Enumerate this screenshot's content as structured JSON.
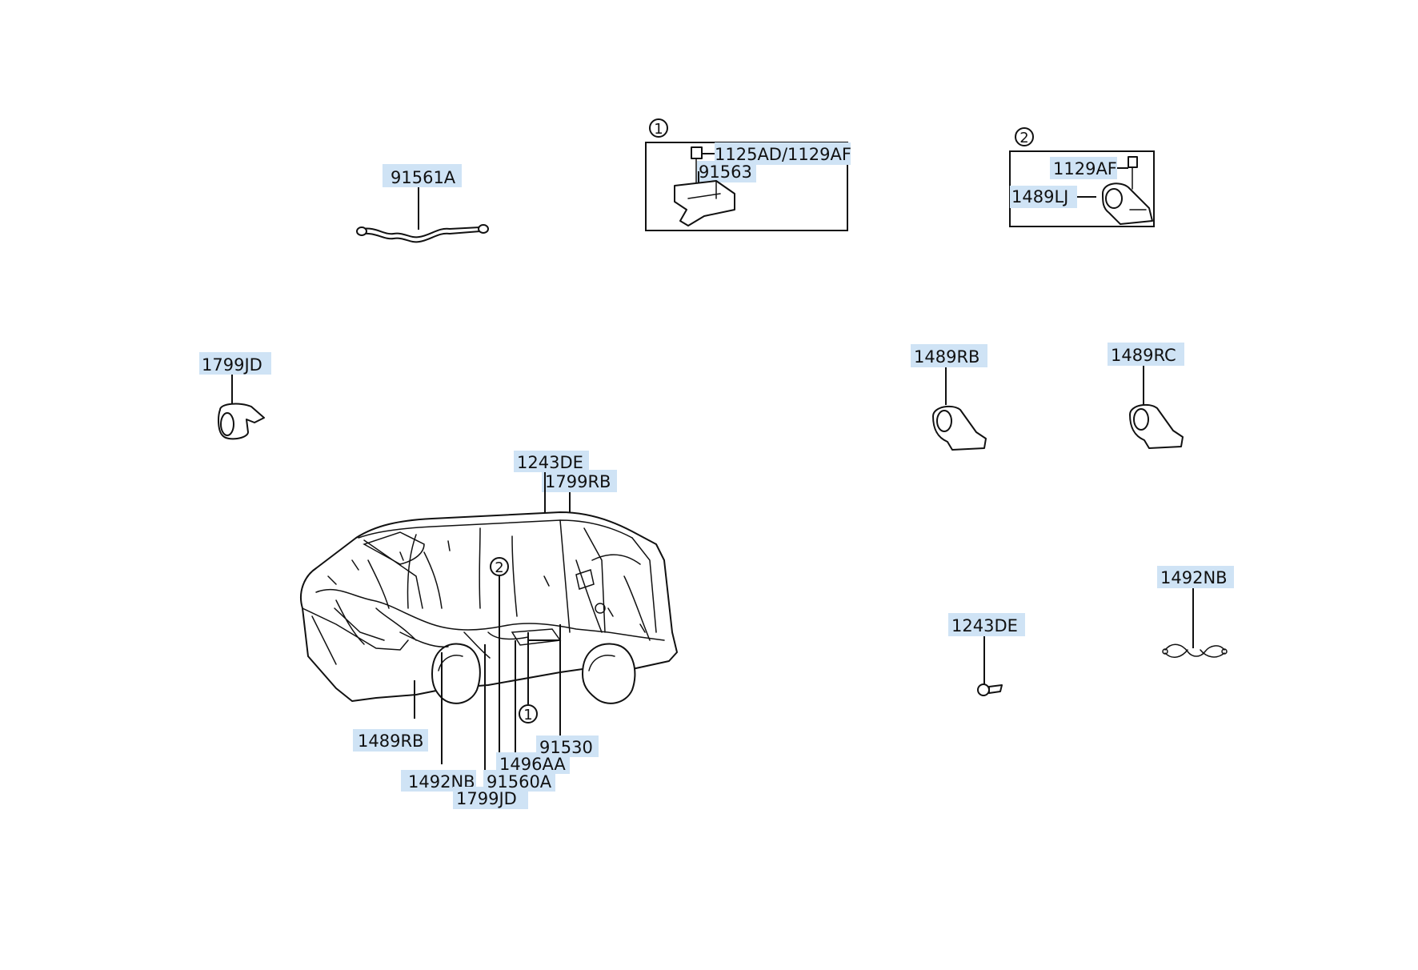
{
  "labels": {
    "p91561A": "91561A",
    "p1799JD_top": "1799JD",
    "p1125AD": "1125AD/1129AF",
    "p91563": "91563",
    "p1129AF": "1129AF",
    "p1489LJ": "1489LJ",
    "p1489RB_top": "1489RB",
    "p1489RC": "1489RC",
    "p1243DE_top": "1243DE",
    "p1799RB": "1799RB",
    "p1492NB_right": "1492NB",
    "p1243DE_right": "1243DE",
    "p1489RB_bottom": "1489RB",
    "p1492NB_bottom": "1492NB",
    "p1799JD_bottom": "1799JD",
    "p91560A": "91560A",
    "p1496AA": "1496AA",
    "p91530": "91530"
  },
  "callouts": {
    "c1": "1",
    "c2": "2"
  },
  "colors": {
    "label_highlight": "#cfe3f5",
    "line": "#111111"
  }
}
